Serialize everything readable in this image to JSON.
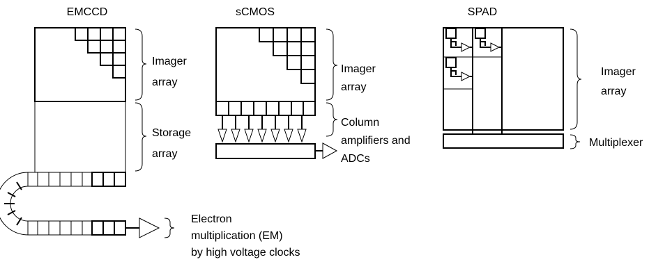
{
  "emccd": {
    "title": "EMCCD",
    "imager_label": [
      "Imager",
      "array"
    ],
    "storage_label": [
      "Storage",
      "array"
    ],
    "em_label": [
      "Electron",
      "multiplication (EM)",
      "by high voltage clocks"
    ]
  },
  "scmos": {
    "title": "sCMOS",
    "imager_label": [
      "Imager",
      "array"
    ],
    "column_label": [
      "Column",
      "amplifiers and",
      "ADCs"
    ]
  },
  "spad": {
    "title": "SPAD",
    "imager_label": [
      "Imager",
      "array"
    ],
    "mux_label": "Multiplexer"
  }
}
